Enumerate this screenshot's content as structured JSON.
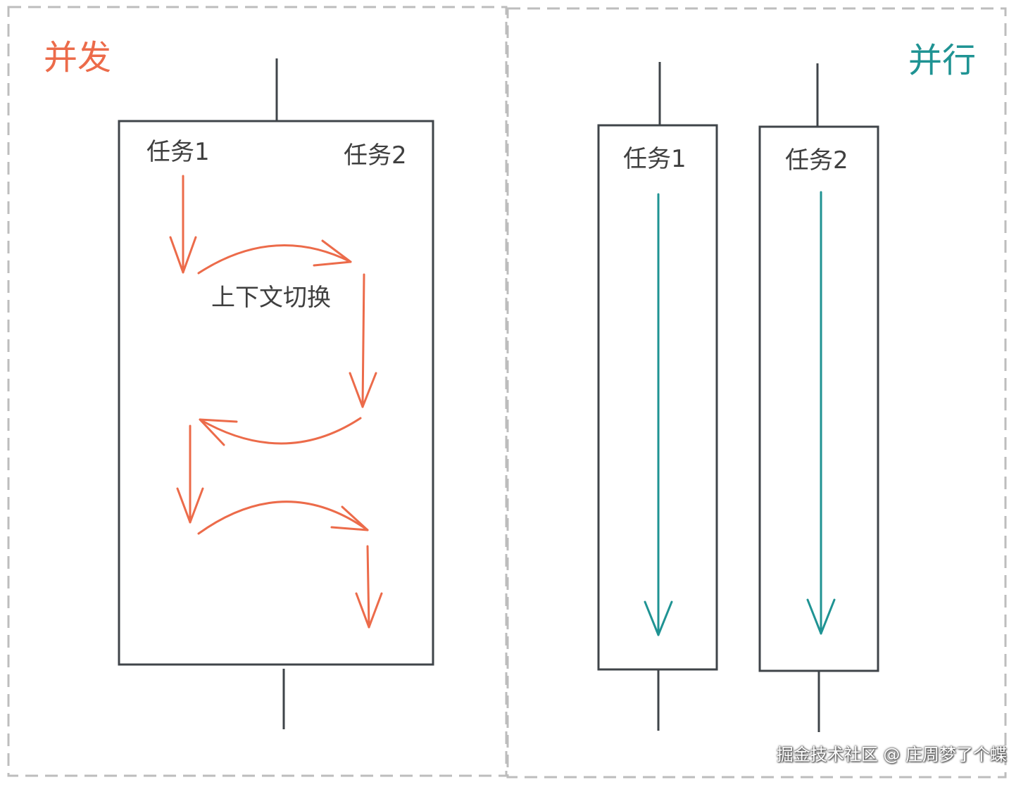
{
  "left_panel": {
    "title": "并发",
    "task1_label": "任务1",
    "task2_label": "任务2",
    "context_switch_label": "上下文切换"
  },
  "right_panel": {
    "title": "并行",
    "task1_label": "任务1",
    "task2_label": "任务2"
  },
  "footer": "掘金技术社区 @ 庄周梦了个蝶",
  "colors": {
    "concurrency_accent": "#ec6b4a",
    "parallel_accent": "#1f9393",
    "box_stroke": "#3f4449",
    "dashed_border": "#bdbdbd"
  }
}
